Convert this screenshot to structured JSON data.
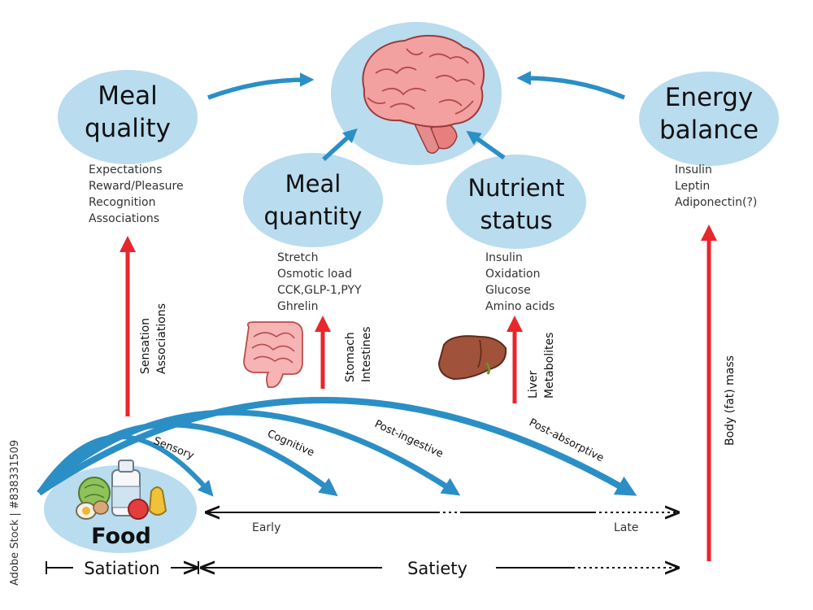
{
  "credit": "Adobe Stock | #838331509",
  "nodes": {
    "meal_quality": {
      "title1": "Meal",
      "title2": "quality",
      "items": [
        "Expectations",
        "Reward/Pleasure",
        "Recognition",
        "Associations"
      ]
    },
    "meal_quantity": {
      "title1": "Meal",
      "title2": "quantity",
      "items": [
        "Stretch",
        "Osmotic load",
        "CCK,GLP-1,PYY",
        "Ghrelin"
      ]
    },
    "nutrient_status": {
      "title1": "Nutrient",
      "title2": "status",
      "items": [
        "Insulin",
        "Oxidation",
        "Glucose",
        "Amino acids"
      ]
    },
    "energy_balance": {
      "title1": "Energy",
      "title2": "balance",
      "items": [
        "Insulin",
        "Leptin",
        "Adiponectin(?)"
      ]
    },
    "food": {
      "label": "Food"
    }
  },
  "signals": {
    "sensation": [
      "Sensation",
      "Associations"
    ],
    "stomach": [
      "Stomach",
      "Intestines"
    ],
    "liver": [
      "Liver",
      "Metabolites"
    ],
    "body": "Body (fat) mass"
  },
  "phases": [
    "Sensory",
    "Cognitive",
    "Post-ingestive",
    "Post-absorptive"
  ],
  "timeline": {
    "early": "Early",
    "late": "Late"
  },
  "bottom": {
    "satiation": "Satiation",
    "satiety": "Satiety"
  },
  "colors": {
    "bubble": "#b9dcef",
    "blue_arrow": "#2b8fc6",
    "red_arrow": "#e8262b",
    "brain": "#f3a0a0"
  }
}
